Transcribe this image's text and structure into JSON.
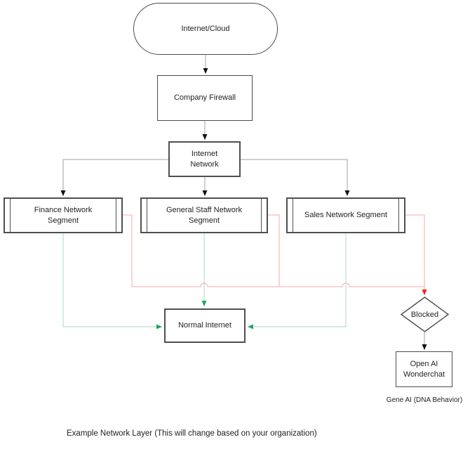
{
  "diagram": {
    "nodes": {
      "internet_cloud": {
        "label": "Internet/Cloud"
      },
      "company_firewall": {
        "label": "Company Firewall"
      },
      "internet_network": {
        "label": "Internet Network"
      },
      "finance_segment": {
        "label": "Finance Network Segment"
      },
      "general_staff_segment": {
        "label": "General Staff Network Segment"
      },
      "sales_segment": {
        "label": "Sales Network Segment"
      },
      "normal_internet": {
        "label": "Normal Internet"
      },
      "blocked": {
        "label": "Blocked"
      },
      "openai_wonderchat": {
        "label": "Open AI Wonderchat"
      }
    },
    "annotations": {
      "gene_ai": "Gene AI (DNA Behavior)",
      "caption": "Example Network Layer (This will change based on your organization)"
    },
    "edges": [
      {
        "from": "internet_cloud",
        "to": "company_firewall",
        "style": "neutral"
      },
      {
        "from": "company_firewall",
        "to": "internet_network",
        "style": "neutral"
      },
      {
        "from": "internet_network",
        "to": "finance_segment",
        "style": "neutral"
      },
      {
        "from": "internet_network",
        "to": "general_staff_segment",
        "style": "neutral"
      },
      {
        "from": "internet_network",
        "to": "sales_segment",
        "style": "neutral"
      },
      {
        "from": "finance_segment",
        "to": "normal_internet",
        "style": "allowed"
      },
      {
        "from": "general_staff_segment",
        "to": "normal_internet",
        "style": "allowed"
      },
      {
        "from": "sales_segment",
        "to": "normal_internet",
        "style": "allowed"
      },
      {
        "from": "finance_segment",
        "to": "blocked",
        "style": "blocked"
      },
      {
        "from": "general_staff_segment",
        "to": "blocked",
        "style": "blocked"
      },
      {
        "from": "sales_segment",
        "to": "blocked",
        "style": "blocked"
      },
      {
        "from": "blocked",
        "to": "openai_wonderchat",
        "style": "neutral"
      }
    ],
    "colors": {
      "neutral_line": "#a0a0a0",
      "neutral_arrow": "#111111",
      "blocked_line": "#f5bcbc",
      "blocked_arrow": "#ff1a1a",
      "allowed_line": "#bce2cd",
      "allowed_arrow": "#21a366",
      "border": "#4b4b4b"
    }
  }
}
